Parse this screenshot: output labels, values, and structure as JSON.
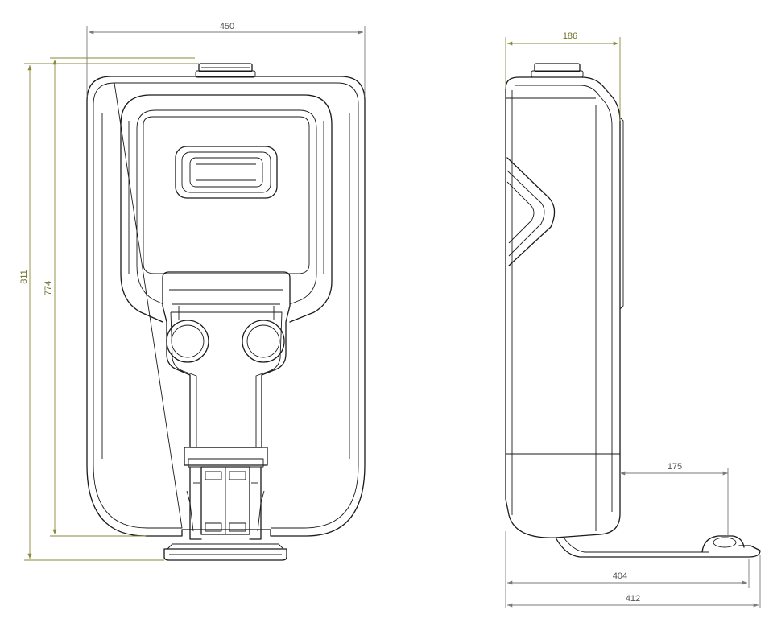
{
  "views": {
    "front": {
      "dimensions": {
        "width": "450",
        "height_total": "811",
        "height_body": "774"
      }
    },
    "side": {
      "dimensions": {
        "depth_top": "186",
        "foot_offset": "175",
        "length_404": "404",
        "length_412": "412"
      }
    }
  },
  "colors": {
    "outline": "#1a1a1a",
    "dimension_gray": "#7a7a7a",
    "dimension_olive": "#8a8a3a"
  }
}
